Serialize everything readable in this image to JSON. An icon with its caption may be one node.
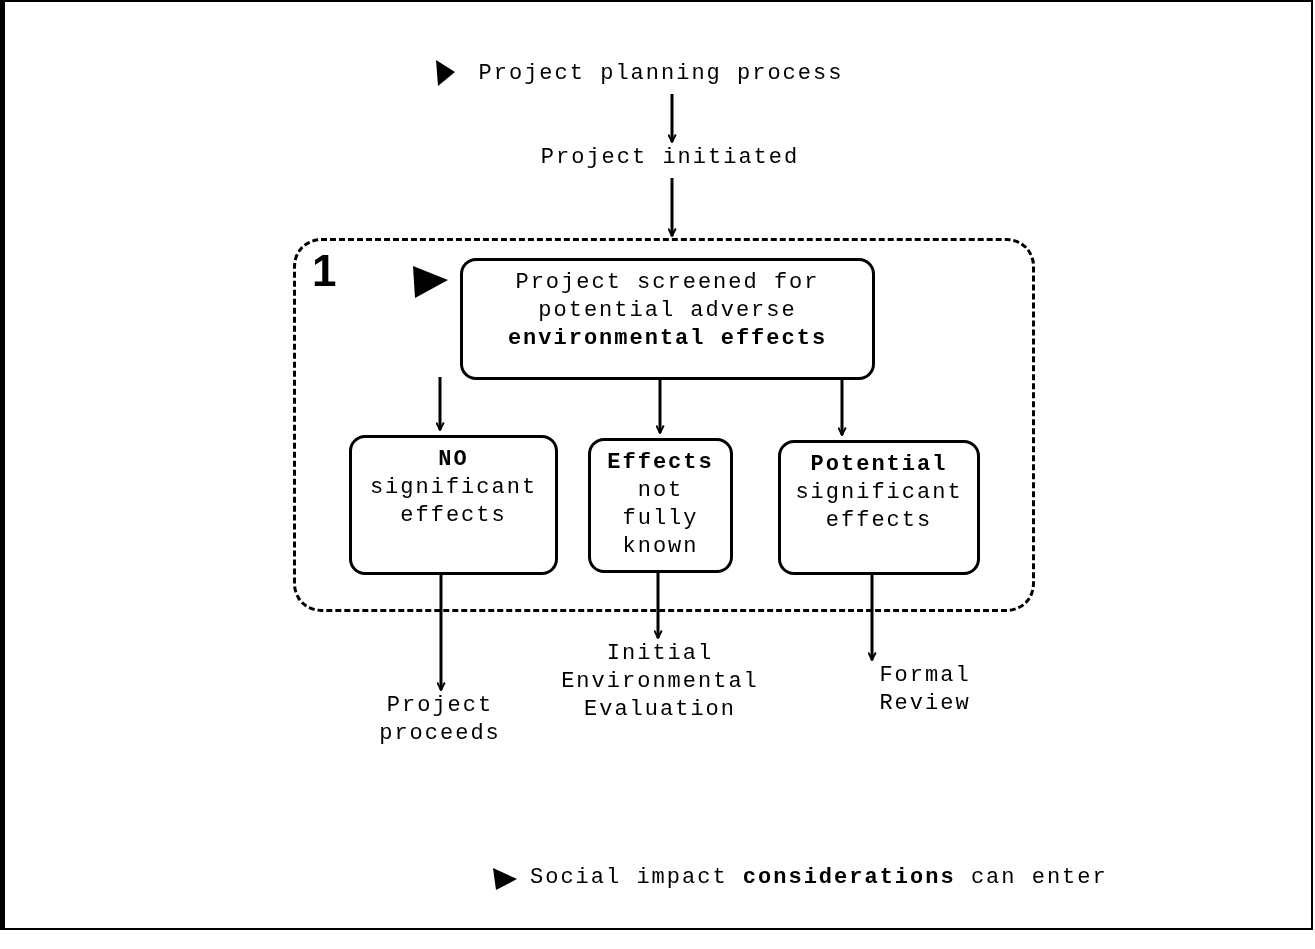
{
  "diagram": {
    "nodes": [
      {
        "text": [
          "Project planning process"
        ]
      },
      {
        "text": [
          "Project initiated"
        ]
      },
      {
        "text": [
          "1"
        ]
      },
      {
        "text": [
          "Project screened for potential adverse **environmental effects**"
        ],
        "in": 2
      },
      {
        "text": [
          "**NO** significant effects"
        ],
        "in": 2
      },
      {
        "text": [
          "**Effects** not fully known"
        ],
        "in": 2
      },
      {
        "text": [
          "**Potential** significant effects"
        ],
        "in": 2
      },
      {
        "text": [
          "Project proceeds"
        ]
      },
      {
        "text": [
          "Initial Environmental Evaluation"
        ]
      },
      {
        "text": [
          "Formal Review"
        ]
      }
    ],
    "edges": [
      {
        "from": 0,
        "to": 1,
        "arrow": "to"
      },
      {
        "from": 1,
        "to": 2,
        "arrow": "to"
      },
      {
        "from": 3,
        "to": 4,
        "arrow": "to"
      },
      {
        "from": 3,
        "to": 5,
        "arrow": "to"
      },
      {
        "from": 3,
        "to": 6,
        "arrow": "to"
      },
      {
        "from": 4,
        "to": 7,
        "arrow": "to"
      },
      {
        "from": 5,
        "to": 8,
        "arrow": "to"
      },
      {
        "from": 6,
        "to": 9,
        "arrow": "to"
      }
    ],
    "labels": [
      "Social impact **considerations** can enter"
    ]
  }
}
